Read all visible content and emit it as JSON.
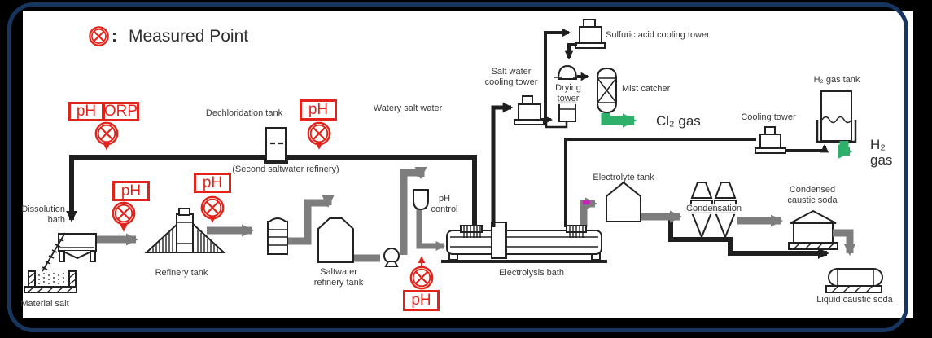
{
  "legend": {
    "separator": ":",
    "label": "Measured Point"
  },
  "measured_points": {
    "ph": "pH",
    "orp": "ORP"
  },
  "labels": {
    "dechloridation_tank": "Dechloridation tank",
    "watery_salt_water": "Watery salt water",
    "second_saltwater_refinery": "(Second saltwater refinery)",
    "dissolution_bath": "Dissolution bath",
    "refinery_tank": "Refinery tank",
    "material_salt": "Material salt",
    "saltwater_refinery_tank": "Saltwater refinery tank",
    "ph_control": "pH control",
    "electrolysis_bath": "Electrolysis bath",
    "salt_water_cooling_tower": "Salt water cooling tower",
    "drying_tower": "Drying tower",
    "sulfuric_acid_cooling_tower": "Sulfuric acid cooling tower",
    "mist_catcher": "Mist catcher",
    "cl2_gas": "Cl₂ gas",
    "electrolyte_tank": "Electrolyte tank",
    "condensation": "Condensation",
    "cooling_tower": "Cooling tower",
    "h2_gas_tank": "H₂ gas tank",
    "h2_gas": "H₂ gas",
    "condensed_caustic_soda": "Condensed caustic soda",
    "liquid_caustic_soda": "Liquid caustic soda"
  },
  "colors": {
    "measure_red": "#e2231a",
    "gas_green": "#2eb06a",
    "stream_gray": "#7d7d7d",
    "pipe_black": "#1f1f1f",
    "frame_navy": "#16365f",
    "text": "#3a3a3a",
    "magenta_mark": "#bb2bb0"
  }
}
